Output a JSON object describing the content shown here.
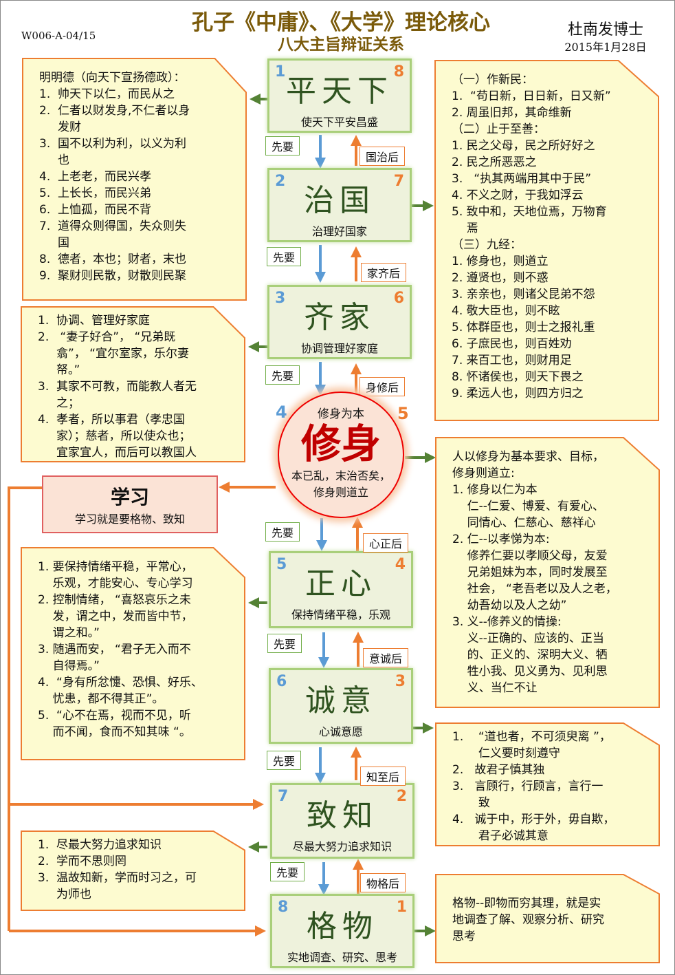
{
  "header": {
    "title": "孔子《中庸》、《大学》理论核心",
    "subtitle": "八大主旨辩证关系",
    "code": "W006-A-04/15",
    "author": "杜南发博士",
    "date": "2015年1月28日"
  },
  "steps": [
    {
      "l": "1",
      "r": "8",
      "name": "平天下",
      "cap": "使天下平安昌盛",
      "pre": "先要",
      "post": "国治后"
    },
    {
      "l": "2",
      "r": "7",
      "name": "治国",
      "cap": "治理好国家",
      "pre": "先要",
      "post": "家齐后"
    },
    {
      "l": "3",
      "r": "6",
      "name": "齐家",
      "cap": "协调管理好家庭",
      "pre": "先要",
      "post": "身修后"
    },
    {
      "l": "4",
      "r": "5",
      "name": "修身",
      "cap": "修身为本",
      "cap2": "本已乱，末治否矣，",
      "cap3": "修身则道立",
      "pre": "先要",
      "post": "心正后"
    },
    {
      "l": "5",
      "r": "4",
      "name": "正心",
      "cap": "保持情绪平稳，乐观",
      "pre": "先要",
      "post": "意诚后"
    },
    {
      "l": "6",
      "r": "3",
      "name": "诚意",
      "cap": "心诚意愿",
      "pre": "先要",
      "post": "知至后"
    },
    {
      "l": "7",
      "r": "2",
      "name": "致知",
      "cap": "尽最大努力追求知识",
      "pre": "先要",
      "post": "物格后"
    },
    {
      "l": "8",
      "r": "1",
      "name": "格物",
      "cap": "实地调查、研究、思考"
    }
  ],
  "study": {
    "title": "学习",
    "cap": "学习就是要格物、致知"
  },
  "notes": {
    "left1": [
      "明明德（向天下宣扬德政）：",
      "1.  帅天下以仁，而民从之",
      "2.  仁者以财发身,不仁者以身\n     发财",
      "3.  国不以利为利，以义为利\n     也",
      "4.  上老老，而民兴孝",
      "5.  上长长，而民兴弟",
      "6.  上恤孤，而民不背",
      "7.  道得众则得国，失众则失\n     国",
      "8.  德者，本也；财者，末也",
      "9.  聚财则民散，财散则民聚"
    ],
    "right1": [
      "（一）作新民：",
      "1.  “苟日新，日日新，日又新”",
      "2. 周虽旧邦，其命维新",
      "（二）止于至善：",
      "1. 民之父母，民之所好好之",
      "2. 民之所恶恶之",
      "3.   “执其两端用其中于民”",
      "4. 不义之财，于我如浮云",
      "5. 致中和，天地位焉，万物育\n    焉",
      "（三）九经：",
      "1. 修身也，则道立",
      "2. 遵贤也，则不惑",
      "3. 亲亲也，则诸父昆弟不怨",
      "4. 敬大臣也，则不眩",
      "5. 体群臣也，则士之报礼重",
      "6. 子庶民也，则百姓劝",
      "7. 来百工也，则财用足",
      "8. 怀诸侯也，则天下畏之",
      "9. 柔远人也，则四方归之"
    ],
    "left2": [
      "1.  协调、管理好家庭",
      "2.   “妻子好合”， “兄弟既\n     翕”， “宜尔室家，乐尔妻\n     帑。”",
      "3.  其家不可教，而能教人者无\n     之；",
      "4.  孝者，所以事君（孝忠国\n     家）；慈者，所以使众也；\n     宜家宜人，而后可以教国人"
    ],
    "right2": [
      "人以修身为基本要求、目标，\n修身则道立:",
      "1. 修身以仁为本\n    仁--仁爱、博爱、有爱心、\n    同情心、仁慈心、慈祥心",
      "2. 仁--以孝悌为本:\n    修养仁要以孝顺父母，友爱\n    兄弟姐妹为本，同时发展至\n    社会， “老吾老以及人之老，\n    幼吾幼以及人之幼”",
      "3. 义--修养义的情操:\n    义--正确的、应该的、正当\n    的、正义的、深明大义、牺\n    牲小我、见义勇为、见利思\n    义、当仁不让"
    ],
    "left3": [
      "1. 要保持情绪平稳，平常心，\n    乐观，才能安心、专心学习",
      "2. 控制情绪， “喜怒哀乐之未\n    发，谓之中，发而皆中节，\n    谓之和。”",
      "3. 随遇而安， “君子无入而不\n    自得焉。”",
      "4.  “身有所忿懥、恐惧、好乐、\n    忧患，都不得其正”。",
      "5.  “心不在焉，视而不见，听\n    而不闻，食而不知其味 “。"
    ],
    "right3": [
      "1.    “道也者，不可须臾离 ”，\n       仁义要时刻遵守",
      "2.   故君子慎其独",
      "3.   言顾行，行顾言，言行一\n       致",
      "4.   诚于中，形于外，毋自欺，\n       君子必诚其意"
    ],
    "left4": [
      "1.  尽最大努力追求知识",
      "2.  学而不思则罔",
      "3.  温故知新，学而时习之，可\n     为师也"
    ],
    "right4": [
      "格物--即物而穷其理，就是实\n地调查了解、观察分析、研究\n思考"
    ]
  },
  "colors": {
    "border": "#ed7d31",
    "fill": "#fdfbd0",
    "green": "#548235",
    "blue": "#5b9bd5"
  }
}
